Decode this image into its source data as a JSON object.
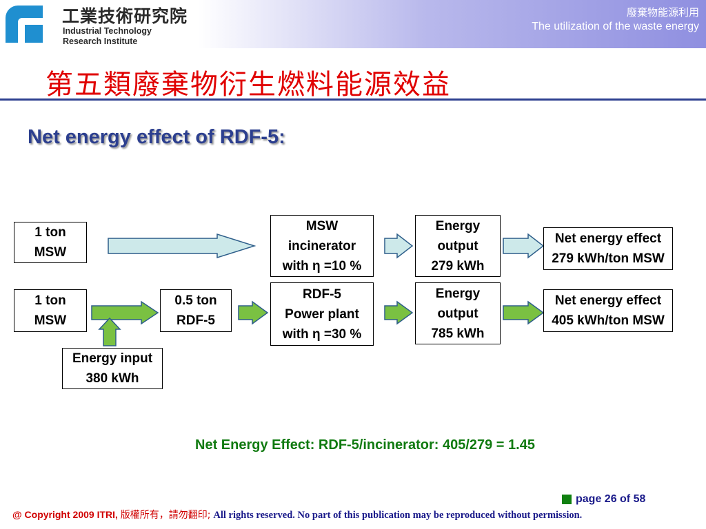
{
  "header": {
    "org_name_cn": "工業技術研究院",
    "org_name_en_line1": "Industrial Technology",
    "org_name_en_line2": "Research Institute",
    "topic_cn": "廢棄物能源利用",
    "topic_en": "The utilization of the waste energy"
  },
  "title_cn": "第五類廢棄物衍生燃料能源效益",
  "subtitle": "Net energy effect of RDF-5:",
  "diagram": {
    "row1": {
      "input": [
        "1 ton",
        "MSW"
      ],
      "process": [
        "MSW",
        "incinerator",
        "with η =10 %"
      ],
      "output": [
        "Energy",
        "output",
        "279 kWh"
      ],
      "net": [
        "Net energy effect",
        "279 kWh/ton MSW"
      ]
    },
    "row2": {
      "input": [
        "1 ton",
        "MSW"
      ],
      "intermediate": [
        "0.5 ton",
        "RDF-5"
      ],
      "process": [
        "RDF-5",
        "Power plant",
        "with η =30 %"
      ],
      "output": [
        "Energy",
        "output",
        "785 kWh"
      ],
      "net": [
        "Net energy effect",
        "405 kWh/ton MSW"
      ],
      "energy_input": [
        "Energy input",
        "380 kWh"
      ]
    },
    "colors": {
      "row1_arrow_fill": "#cde9ea",
      "row2_arrow_fill": "#7ac142",
      "arrow_stroke": "#2e5e8a"
    }
  },
  "conclusion": "Net Energy Effect: RDF-5/incinerator: 405/279 = 1.45",
  "footer": {
    "page": "page 26 of 58",
    "copyright_en": "@ Copyright 2009 ITRI,",
    "copyright_cn": "版權所有，請勿翻印;",
    "rights": "All rights reserved. No part of this publication may be reproduced without permission."
  },
  "colors": {
    "title_red": "#e00000",
    "subtitle_blue": "#2c3f8f",
    "conclusion_green": "#107a10",
    "footer_blue": "#1a1a8a"
  }
}
